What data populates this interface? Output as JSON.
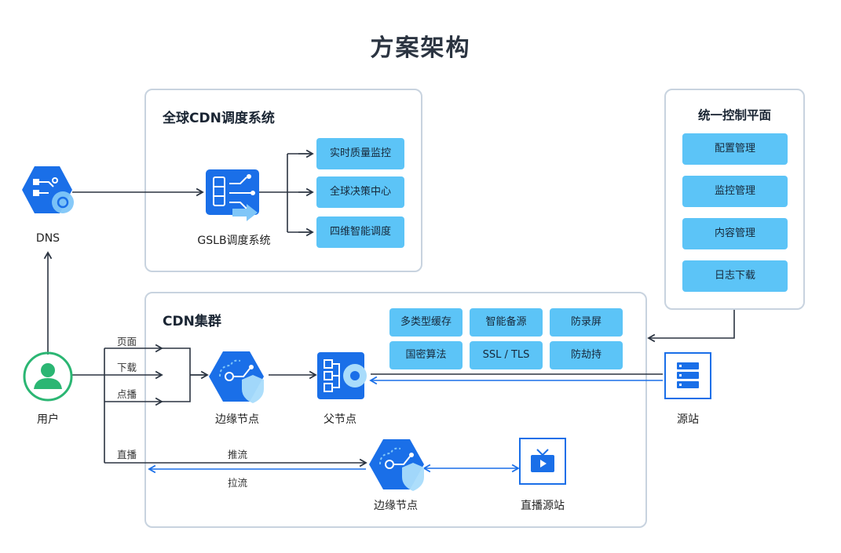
{
  "title": "方案架构",
  "gslb_panel": {
    "title": "全球CDN调度系统",
    "node_label": "GSLB调度系统",
    "items": [
      "实时质量监控",
      "全球决策中心",
      "四维智能调度"
    ]
  },
  "control_panel": {
    "title": "统一控制平面",
    "items": [
      "配置管理",
      "监控管理",
      "内容管理",
      "日志下载"
    ]
  },
  "cdn_panel": {
    "title": "CDN集群",
    "features": [
      "多类型缓存",
      "智能备源",
      "防录屏",
      "国密算法",
      "SSL / TLS",
      "防劫持"
    ]
  },
  "nodes": {
    "dns": "DNS",
    "user": "用户",
    "edge1": "边缘节点",
    "parent": "父节点",
    "origin": "源站",
    "edge2": "边缘节点",
    "live_origin": "直播源站"
  },
  "edge_labels": {
    "page": "页面",
    "download": "下载",
    "vod": "点播",
    "live": "直播",
    "push": "推流",
    "pull": "拉流"
  },
  "colors": {
    "chip": "#5cc4f7",
    "icon_blue": "#1a6fe8",
    "line_dark": "#2b3441",
    "line_blue": "#1a6fe8",
    "user_green": "#2bb673",
    "panel_border": "#c8d3df"
  },
  "icons": {
    "dns": "dns-hexagon-icon",
    "gslb": "gslb-server-icon",
    "user": "user-icon",
    "edge": "edge-hexagon-shield-icon",
    "parent": "parent-node-icon",
    "origin": "server-stack-icon",
    "live_origin": "tv-play-icon"
  }
}
